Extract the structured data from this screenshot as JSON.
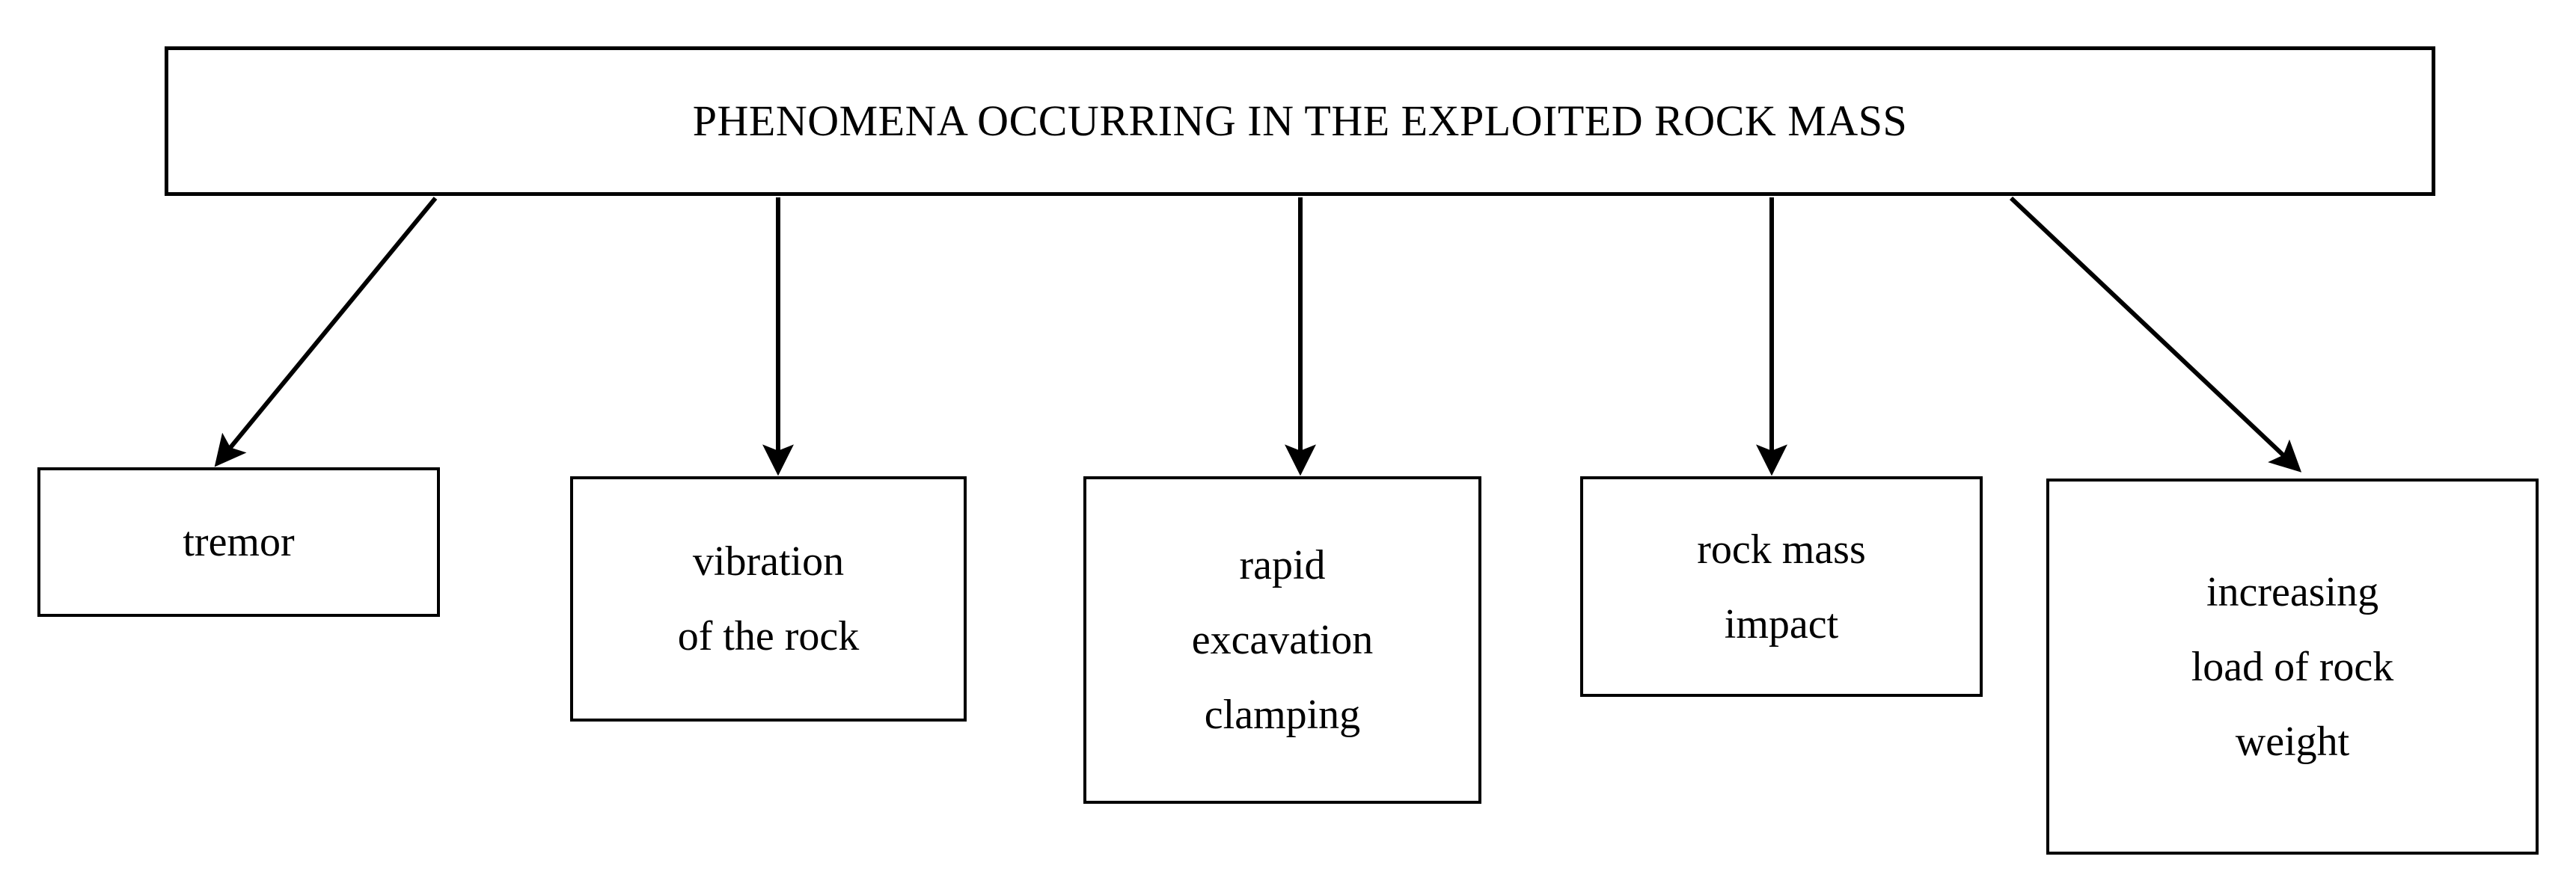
{
  "diagram": {
    "title": "PHENOMENA OCCURRING IN THE EXPLOITED ROCK MASS",
    "root": {
      "label": "PHENOMENA OCCURRING IN THE EXPLOITED ROCK MASS"
    },
    "leaves": [
      {
        "name": "tremor",
        "lines": [
          "tremor"
        ]
      },
      {
        "name": "vibration-of-rock",
        "lines": [
          "vibration",
          "of the rock"
        ]
      },
      {
        "name": "rapid-clamping",
        "lines": [
          "rapid",
          "excavation",
          "clamping"
        ]
      },
      {
        "name": "rock-mass-impact",
        "lines": [
          "rock mass",
          "impact"
        ]
      },
      {
        "name": "increasing-load",
        "lines": [
          "increasing",
          "load of rock",
          "weight"
        ]
      }
    ],
    "connectors": [
      {
        "from": "root",
        "to": "tremor",
        "kind": "diagonal-left"
      },
      {
        "from": "root",
        "to": "vibration-of-rock",
        "kind": "vertical"
      },
      {
        "from": "root",
        "to": "rapid-clamping",
        "kind": "vertical"
      },
      {
        "from": "root",
        "to": "rock-mass-impact",
        "kind": "vertical"
      },
      {
        "from": "root",
        "to": "increasing-load",
        "kind": "diagonal-right"
      }
    ],
    "colors": {
      "background": "#ffffff",
      "stroke": "#000000",
      "text": "#000000"
    }
  },
  "chart_data": {
    "type": "diagram",
    "title": "PHENOMENA OCCURRING IN THE EXPLOITED ROCK MASS",
    "structure": "tree",
    "root": "PHENOMENA OCCURRING IN THE EXPLOITED ROCK MASS",
    "children": [
      "tremor",
      "vibration of the rock",
      "rapid excavation clamping",
      "rock mass impact",
      "increasing load of rock weight"
    ]
  }
}
